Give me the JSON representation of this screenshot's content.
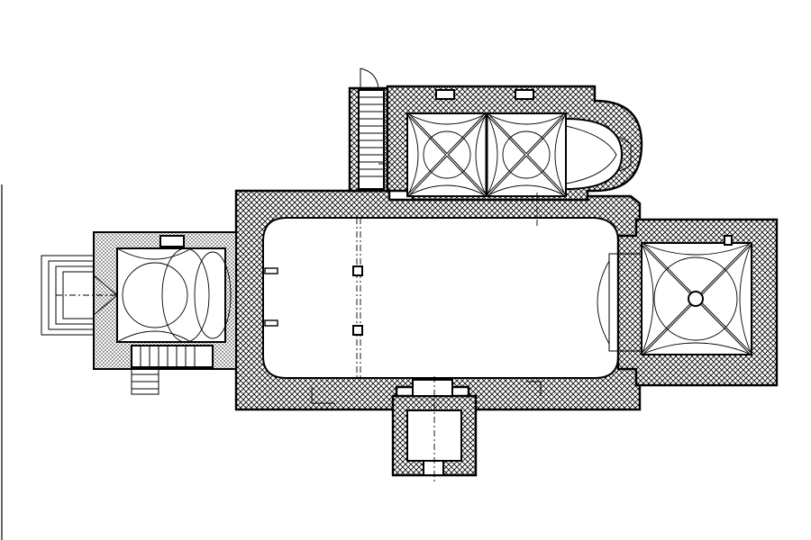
{
  "drawing": {
    "type": "architectural floor plan",
    "background_color": "#ffffff",
    "line_color": "#000000",
    "hatch_styles": [
      "cross-hatch",
      "dot-stipple"
    ],
    "text_labels": []
  }
}
